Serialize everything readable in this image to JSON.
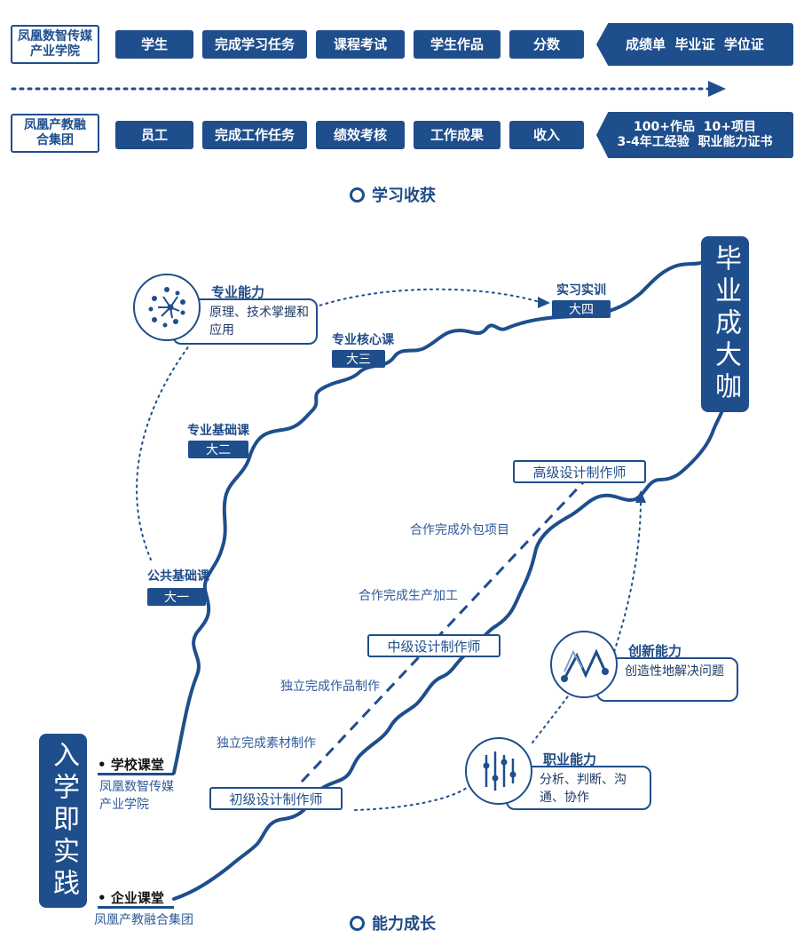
{
  "top": {
    "row1": {
      "org": "凤凰数智传媒产业学院",
      "items": [
        "学生",
        "完成学习任务",
        "课程考试",
        "学生作品",
        "分数"
      ],
      "result": "成绩单  毕业证  学位证"
    },
    "row2": {
      "org": "凤凰产教融合集团",
      "items": [
        "员工",
        "完成工作任务",
        "绩效考核",
        "工作成果",
        "收入"
      ],
      "result_line1": "100+作品  10+项目",
      "result_line2": "3-4年工经验  职业能力证书"
    },
    "section_title": "学习收获"
  },
  "path": {
    "stages": [
      {
        "title": "公共基础课",
        "tag": "大一"
      },
      {
        "title": "专业基础课",
        "tag": "大二"
      },
      {
        "title": "专业核心课",
        "tag": "大三"
      },
      {
        "title": "实习实训",
        "tag": "大四"
      }
    ],
    "end_label": "毕业成大咖",
    "start_label": "入学即实践"
  },
  "levels": {
    "junior": "初级设计制作师",
    "mid": "中级设计制作师",
    "senior": "高级设计制作师"
  },
  "steps": {
    "s1": "独立完成素材制作",
    "s2": "独立完成作品制作",
    "s3": "合作完成生产加工",
    "s4": "合作完成外包项目"
  },
  "abilities": {
    "professional": {
      "title": "专业能力",
      "desc": "原理、技术掌握和应用",
      "icon": "sunburst-icon"
    },
    "innovation": {
      "title": "创新能力",
      "desc": "创造性地解决问题",
      "icon": "zigzag-icon"
    },
    "career": {
      "title": "职业能力",
      "desc": "分析、判断、沟通、协作",
      "icon": "circuit-icon"
    }
  },
  "classrooms": {
    "school": {
      "title": "学校课堂",
      "org": "凤凰数智传媒产业学院"
    },
    "enterprise": {
      "title": "企业课堂",
      "org": "凤凰产教融合集团"
    }
  },
  "bottom_section_title": "能力成长",
  "colors": {
    "primary": "#1f4e8c",
    "text": "#1e4a86"
  }
}
